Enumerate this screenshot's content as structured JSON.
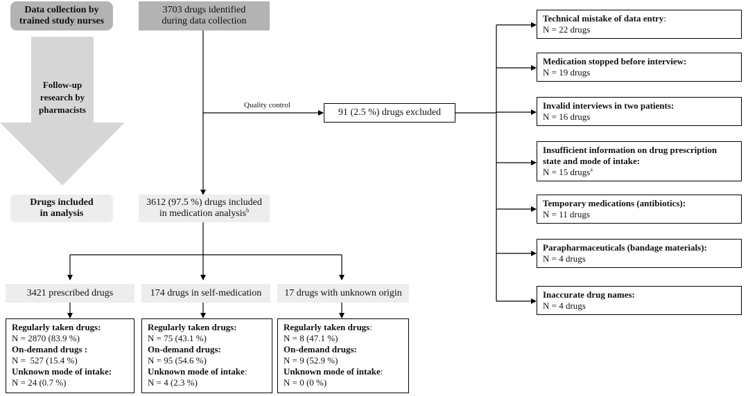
{
  "left_column": {
    "collection": [
      "Data collection by",
      "trained study nurses"
    ],
    "followup": [
      "Follow-up",
      "research by",
      "pharmacists"
    ],
    "included": [
      "Drugs included",
      "in analysis"
    ]
  },
  "flow": {
    "identified": [
      "3703 drugs identified",
      "during data collection"
    ],
    "quality_control": "Quality control",
    "excluded": "91 (2.5 %) drugs excluded",
    "included_main": "3612 (97.5 %) drugs included",
    "included_sub": "in medication analysis",
    "included_sup": "b"
  },
  "exclusions": [
    {
      "title": "Technical mistake of data entry",
      "suffix": ":",
      "count": "N = 22 drugs"
    },
    {
      "title": "Medication stopped before interview:",
      "suffix": "",
      "count": "N = 19 drugs"
    },
    {
      "title": "Invalid interviews in two patients:",
      "suffix": "",
      "count": "N = 16 drugs"
    },
    {
      "title": "Insufficient information on drug prescription",
      "title2": "state and mode of intake:",
      "count": "N = 15 drugs",
      "sup": "a"
    },
    {
      "title": "Temporary medications (antibiotics):",
      "suffix": "",
      "count": "N = 11 drugs"
    },
    {
      "title": "Parapharmaceuticals (bandage materials):",
      "suffix": "",
      "count": "N = 4 drugs"
    },
    {
      "title": "Inaccurate drug names:",
      "suffix": "",
      "count": "N = 4 drugs"
    }
  ],
  "categories": [
    {
      "header": "3421 prescribed drugs",
      "regular_label": "Regularly taken drugs:",
      "regular_suffix": "",
      "regular_value": "N = 2870 (83.9 %)",
      "ondemand_label": "On-demand drugs :",
      "ondemand_value": "N =  527 (15.4 %)",
      "unknown_label": "Unknown mode of intake:",
      "unknown_suffix": "",
      "unknown_value": "N = 24 (0.7 %)"
    },
    {
      "header": "174 drugs in self-medication",
      "regular_label": "Regularly taken drugs:",
      "regular_suffix": "",
      "regular_value": "N = 75 (43.1 %)",
      "ondemand_label": "On-demand drugs:",
      "ondemand_value": "N = 95 (54.6 %)",
      "unknown_label": "Unknown mode of intake",
      "unknown_suffix": ":",
      "unknown_value": "N = 4 (2.3 %)"
    },
    {
      "header": "17 drugs with unknown origin",
      "regular_label": "Regularly taken drugs",
      "regular_suffix": ":",
      "regular_value": "N = 8 (47.1 %)",
      "ondemand_label": "On-demand drugs:",
      "ondemand_value": "N = 9 (52.9 %)",
      "unknown_label": "Unknown mode of intake",
      "unknown_suffix": ":",
      "unknown_value": "N = 0 (0 %)"
    }
  ]
}
